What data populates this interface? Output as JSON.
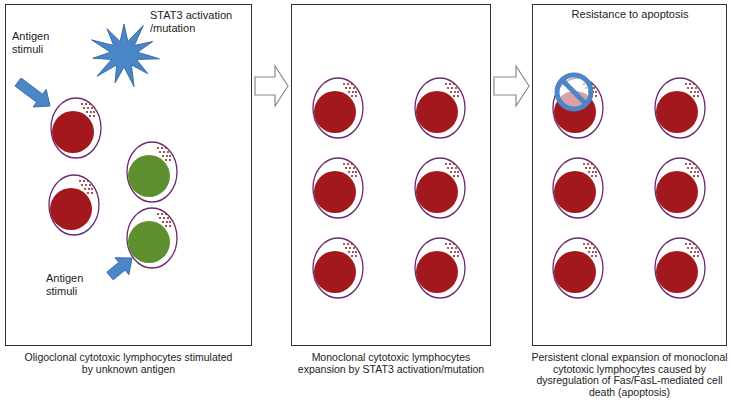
{
  "diagram": {
    "nodes": [
      {
        "text": [
          "Oligoclonal cytotoxic lymphocytes stimulated by unknown antigen"
        ]
      },
      {
        "text": [
          "Monoclonal cytotoxic lymphocytes expansion by STAT3 activation/mutation"
        ]
      },
      {
        "text": [
          "Persistent clonal expansion of monoclonal cytotoxic lymphocytes caused by dysregulation of Fas/FasL-mediated cell death (apoptosis)"
        ]
      }
    ],
    "edges": [
      {
        "from": 0,
        "to": 1,
        "arrow": "to"
      },
      {
        "from": 1,
        "to": 2,
        "arrow": "to"
      }
    ],
    "labels": [
      "Antigen stimuli",
      "STAT3 activation /mutation",
      "Antigen stimuli",
      "Resistance to apoptosis"
    ]
  }
}
